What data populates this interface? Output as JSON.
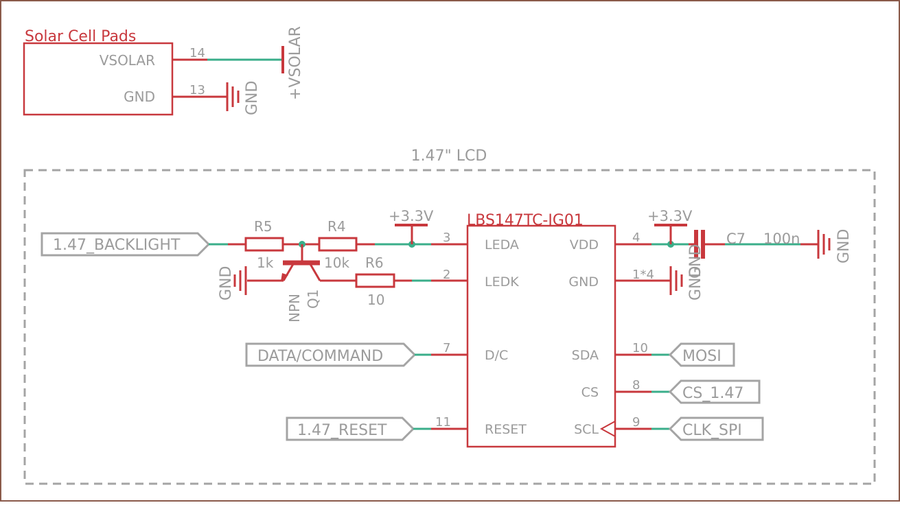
{
  "solar": {
    "title": "Solar Cell Pads",
    "pin_vsolar": "VSOLAR",
    "pin_gnd": "GND",
    "pin_num_vsolar": "14",
    "pin_num_gnd": "13",
    "supply_vsolar": "+VSOLAR",
    "gnd_label": "GND"
  },
  "lcd_block": {
    "title": "1.47\" LCD",
    "chip_name": "LBS147TC-IG01",
    "pins_left": [
      {
        "num": "3",
        "name": "LEDA"
      },
      {
        "num": "2",
        "name": "LEDK"
      },
      {
        "num": "7",
        "name": "D/C"
      },
      {
        "num": "11",
        "name": "RESET"
      }
    ],
    "pins_right": [
      {
        "num": "4",
        "name": "VDD"
      },
      {
        "num": "1*4",
        "name": "GND"
      },
      {
        "num": "10",
        "name": "SDA"
      },
      {
        "num": "8",
        "name": "CS"
      },
      {
        "num": "9",
        "name": "SCL"
      }
    ],
    "nets_left": [
      "1.47_BACKLIGHT",
      "DATA/COMMAND",
      "1.47_RESET"
    ],
    "nets_right": [
      "MOSI",
      "CS_1.47",
      "CLK_SPI"
    ],
    "r5": {
      "name": "R5",
      "value": "1k"
    },
    "r4": {
      "name": "R4",
      "value": "10k"
    },
    "r6": {
      "name": "R6",
      "value": "10"
    },
    "q1": {
      "name": "Q1",
      "type": "NPN"
    },
    "c7": {
      "name": "C7",
      "value": "100n"
    },
    "supply_3v3": "+3.3V",
    "gnd_label": "GND"
  },
  "colors": {
    "wire": "#c8383d",
    "net": "#3aae8a",
    "label": "#9b9b9b",
    "border": "#8a5a4a"
  }
}
